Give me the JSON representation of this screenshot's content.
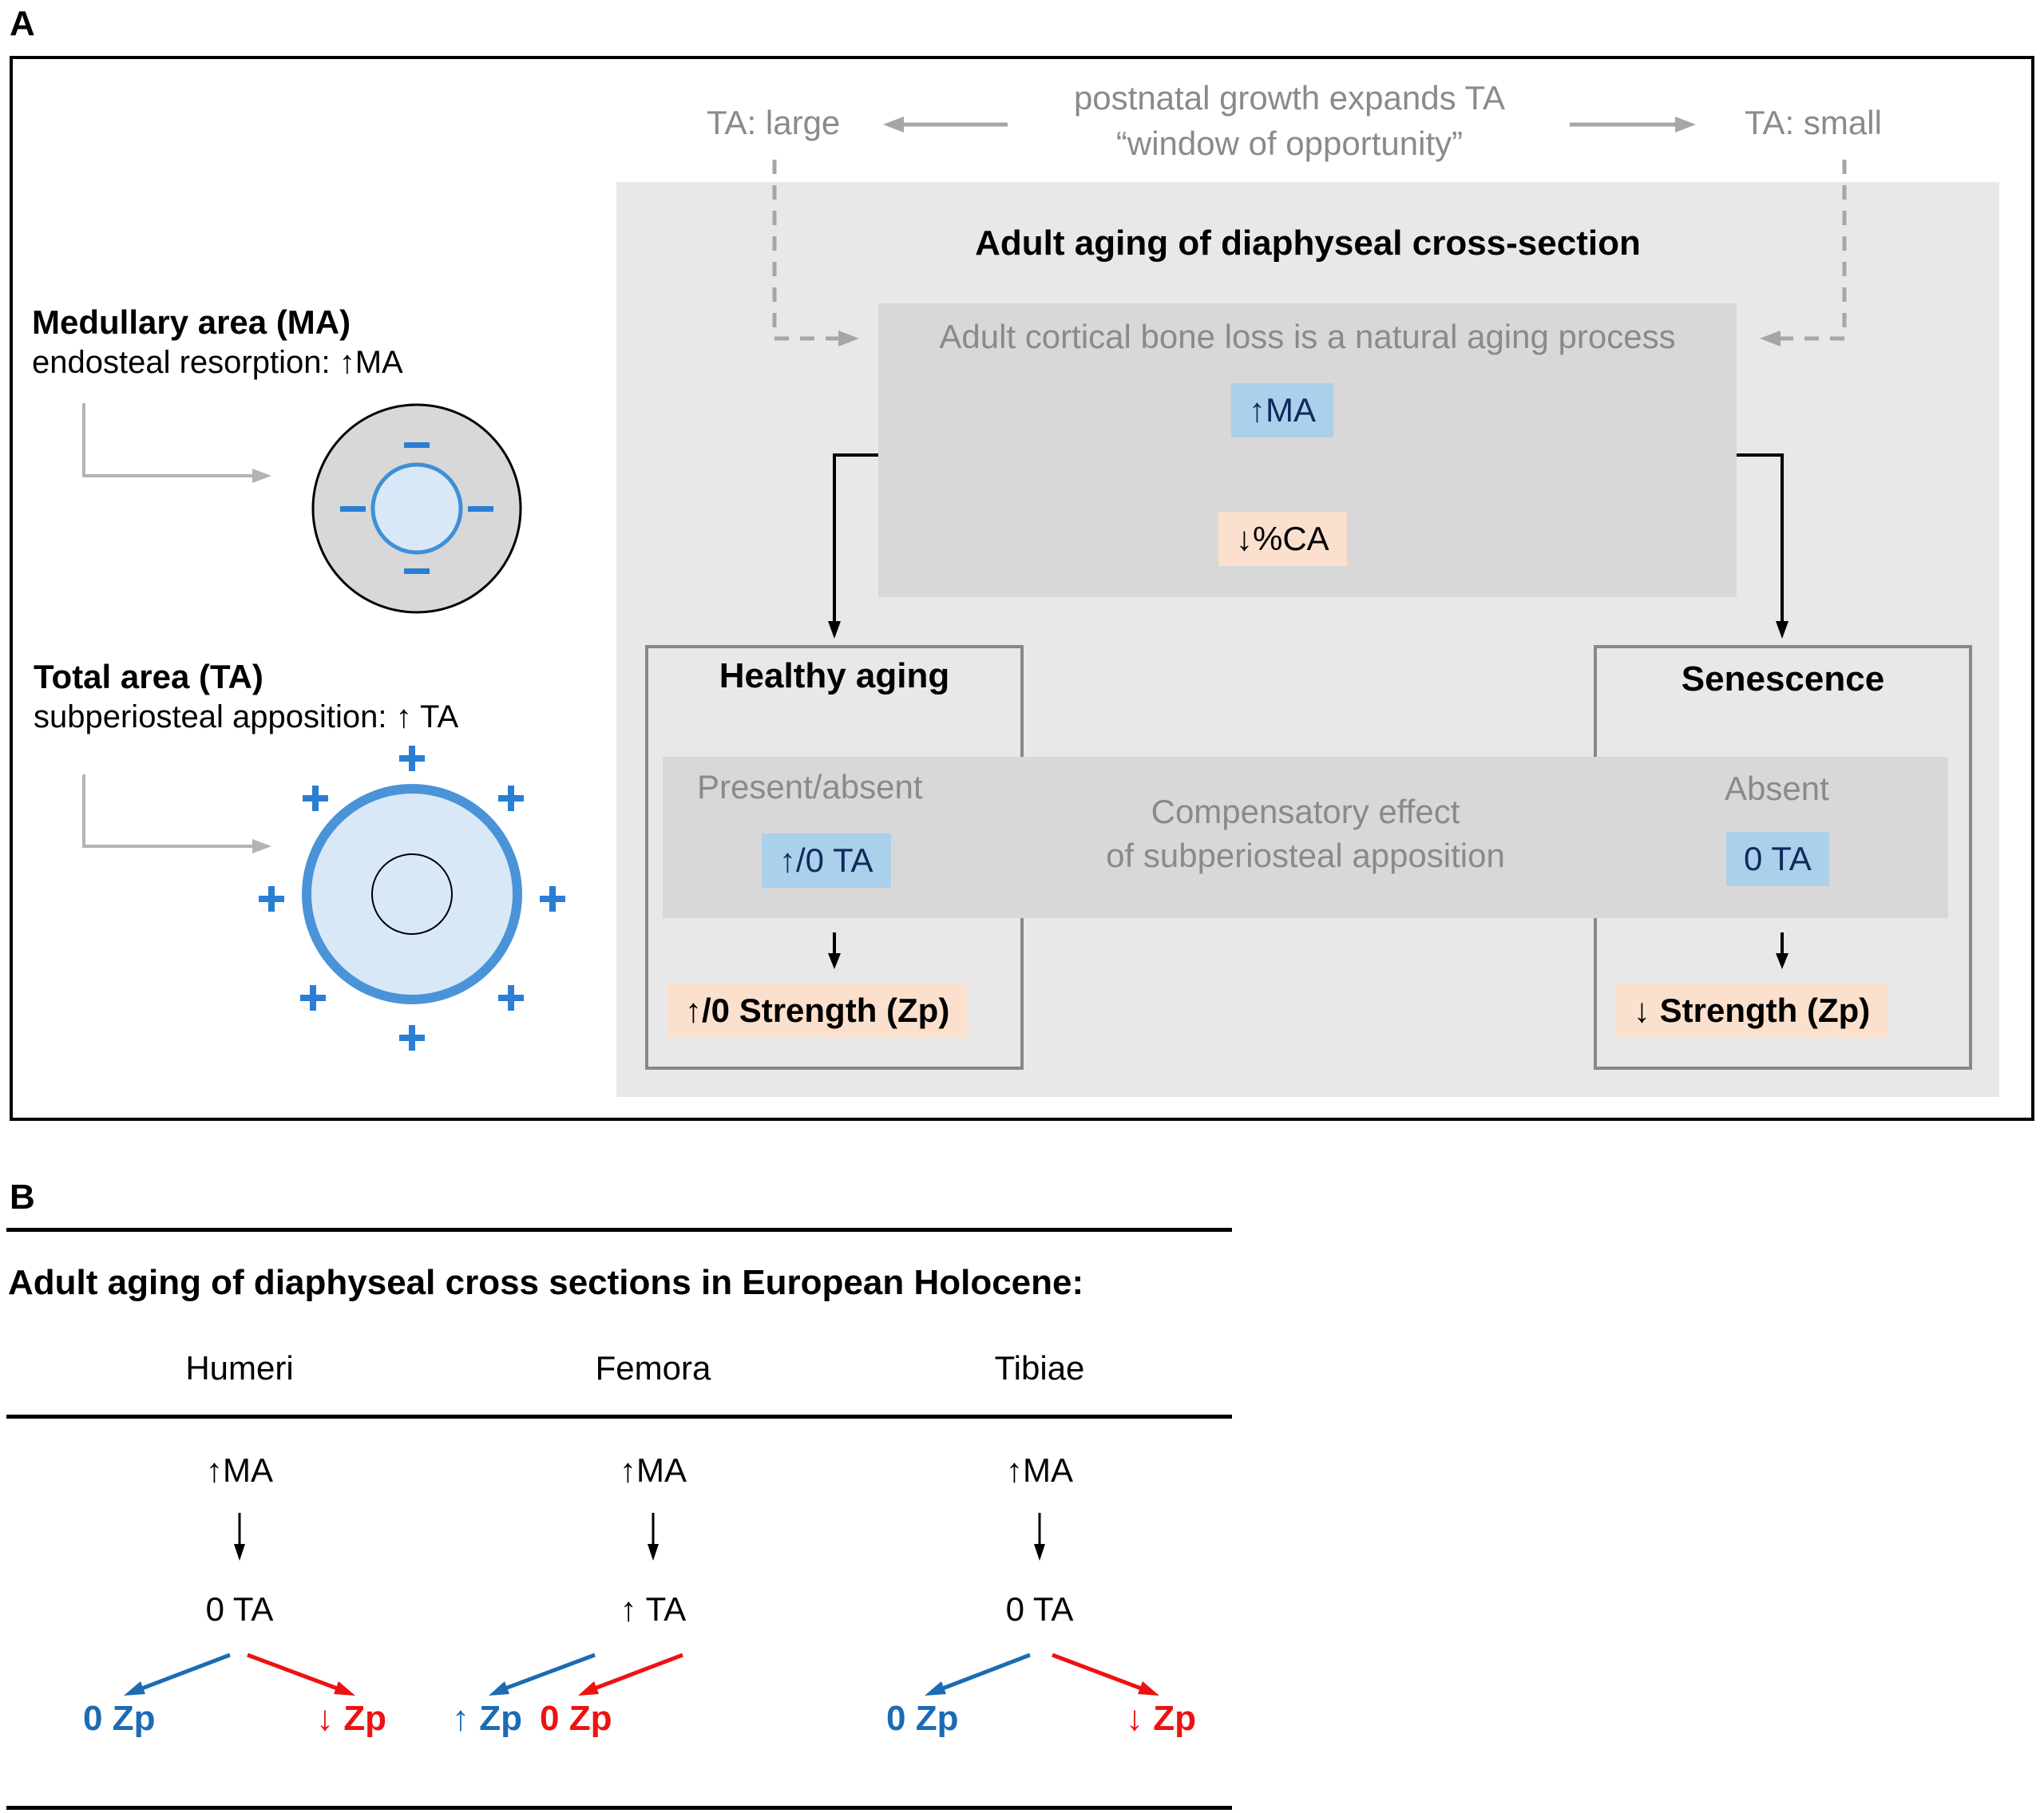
{
  "panels": {
    "a_letter": "A",
    "b_letter": "B"
  },
  "panel_a": {
    "header": {
      "ta_large": "TA: large",
      "ta_small": "TA: small",
      "window_line1": "postnatal growth expands TA",
      "window_line2": "“window of opportunity”"
    },
    "aging_title": "Adult aging of diaphyseal cross-section",
    "bone_loss_text": "Adult cortical bone loss is a natural aging process",
    "ma_badge": "↑MA",
    "ca_badge": "↓%CA",
    "healthy": {
      "title": "Healthy aging",
      "presence": "Present/absent",
      "ta_badge": "↑/0 TA",
      "strength": "↑/0 Strength (Zp)"
    },
    "senescence": {
      "title": "Senescence",
      "presence": "Absent",
      "ta_badge": "0 TA",
      "strength": "↓ Strength (Zp)"
    },
    "compensatory_line1": "Compensatory effect",
    "compensatory_line2": "of subperiosteal apposition",
    "left_diagrams": {
      "ma_heading": "Medullary area (MA)",
      "ma_sub": "endosteal resorption: ↑MA",
      "ta_heading": "Total area (TA)",
      "ta_sub": "subperiosteal apposition: ↑ TA"
    }
  },
  "panel_b": {
    "title": "Adult aging of diaphyseal cross sections in European Holocene:",
    "columns": [
      {
        "name": "Humeri",
        "ma": "↑MA",
        "ta": "0 TA",
        "left_zp": "0 Zp",
        "right_zp": "↓ Zp",
        "left_zp_color": "#1b6bb5",
        "right_zp_color": "#ee1111"
      },
      {
        "name": "Femora",
        "ma": "↑MA",
        "ta": "↑ TA",
        "left_zp": "↑ Zp",
        "right_zp": "0 Zp",
        "left_zp_color": "#1b6bb5",
        "right_zp_color": "#ee1111"
      },
      {
        "name": "Tibiae",
        "ma": "↑MA",
        "ta": "0 TA",
        "left_zp": "0 Zp",
        "right_zp": "↓ Zp",
        "left_zp_color": "#1b6bb5",
        "right_zp_color": "#ee1111"
      }
    ]
  },
  "colors": {
    "blue_accent": "#1b6bb5",
    "red_accent": "#ee1111",
    "badge_blue_bg": "#abd0ec",
    "badge_peach_bg": "#fbe0cd",
    "panel_gray": "#e8e8e8",
    "inner_gray": "#d3d3d3",
    "muted_text": "#8a8a8a"
  },
  "icons": {
    "up_arrow": "↑",
    "down_arrow": "↓",
    "plus": "+",
    "minus": "−"
  }
}
